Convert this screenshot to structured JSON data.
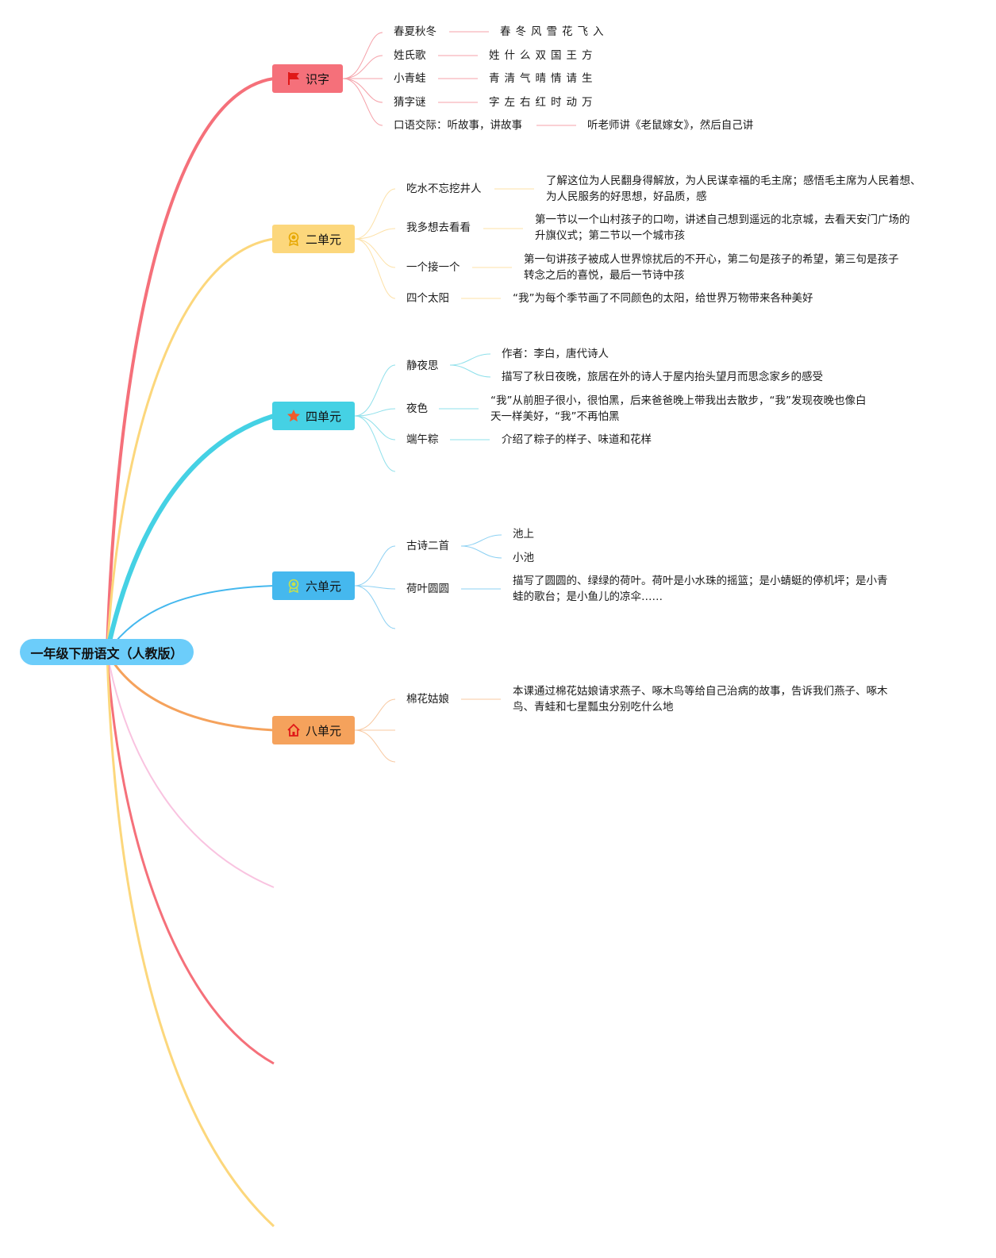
{
  "root": {
    "title": "一年级下册语文（人教版）"
  },
  "branches": [
    {
      "label": "识字",
      "icon": "flag-icon",
      "color": "#f5707a",
      "children": [
        {
          "topic": "春夏秋冬",
          "detail": "春冬风雪花飞入"
        },
        {
          "topic": "姓氏歌",
          "detail": "姓什么双国王方"
        },
        {
          "topic": "小青蛙",
          "detail": "青清气晴情请生"
        },
        {
          "topic": "猜字谜",
          "detail": "字左右红时动万"
        },
        {
          "topic": "口语交际：听故事，讲故事",
          "detail": "听老师讲《老鼠嫁女》，然后自己讲"
        }
      ]
    },
    {
      "label": "二单元",
      "icon": "ribbon-medal-icon",
      "color": "#fcd77c",
      "children": [
        {
          "topic": "吃水不忘挖井人",
          "detail": [
            "了解这位为人民翻身得解放，为人民谋幸福的毛主席；感悟毛主席为人民着想、",
            "为人民服务的好思想，好品质，感"
          ]
        },
        {
          "topic": "我多想去看看",
          "detail": [
            "第一节以一个山村孩子的口吻，讲述自己想到遥远的北京城，去看天安门广场的",
            "升旗仪式；第二节以一个城市孩"
          ]
        },
        {
          "topic": "一个接一个",
          "detail": [
            "第一句讲孩子被成人世界惊扰后的不开心，第二句是孩子的希望，第三句是孩子",
            "转念之后的喜悦，最后一节诗中孩"
          ]
        },
        {
          "topic": "四个太阳",
          "detail": "“我”为每个季节画了不同颜色的太阳，给世界万物带来各种美好"
        }
      ]
    },
    {
      "label": "四单元",
      "icon": "star-icon",
      "color": "#45d1e4",
      "children": [
        {
          "topic": "静夜思",
          "sub": [
            "作者：李白，唐代诗人",
            "描写了秋日夜晚，旅居在外的诗人于屋内抬头望月而思念家乡的感受"
          ]
        },
        {
          "topic": "夜色",
          "detail": [
            "“我”从前胆子很小，很怕黑，后来爸爸晚上带我出去散步，“我”发现夜晚也像白",
            "天一样美好，“我”不再怕黑"
          ]
        },
        {
          "topic": "端午粽",
          "detail": "介绍了粽子的样子、味道和花样"
        }
      ]
    },
    {
      "label": "六单元",
      "icon": "ribbon-medal-icon",
      "color": "#45b8ee",
      "children": [
        {
          "topic": "古诗二首",
          "sub": [
            "池上",
            "小池"
          ]
        },
        {
          "topic": "荷叶圆圆",
          "detail": [
            "描写了圆圆的、绿绿的荷叶。荷叶是小水珠的摇篮；是小蜻蜓的停机坪；是小青",
            "蛙的歌台；是小鱼儿的凉伞……"
          ]
        }
      ]
    },
    {
      "label": "八单元",
      "icon": "home-icon",
      "color": "#f5a25c",
      "children": [
        {
          "topic": "棉花姑娘",
          "detail": [
            "本课通过棉花姑娘请求燕子、啄木鸟等给自己治病的故事，告诉我们燕子、啄木",
            "鸟、青蛙和七星瓢虫分别吃什么地"
          ]
        }
      ]
    }
  ],
  "colors": {
    "root": "#6ccdfa",
    "branch_1": "#f5707a",
    "branch_2": "#fcd77c",
    "branch_4": "#45d1e4",
    "branch_6": "#45b8ee",
    "branch_8": "#f5a25c",
    "stub_pink": "#f9c3e0",
    "stub_red": "#f5707a",
    "stub_yellow": "#fcd77c"
  }
}
